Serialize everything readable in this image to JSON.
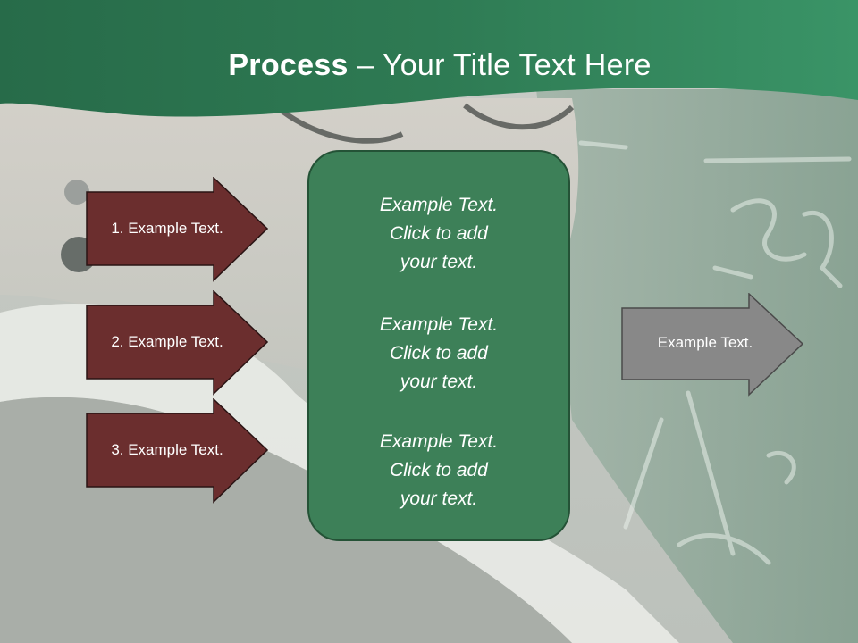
{
  "slide": {
    "title_bold": "Process",
    "title_rest": " – Your Title Text Here",
    "colors": {
      "header_green": "#2f7d55",
      "arrow_fill": "#6b2e2e",
      "box_fill": "#3d8058",
      "grey_arrow": "#888888"
    }
  },
  "left_arrows": [
    {
      "label": "1. Example Text."
    },
    {
      "label": "2. Example Text."
    },
    {
      "label": "3. Example Text."
    }
  ],
  "center_box": {
    "blocks": [
      {
        "lines": [
          "Example Text.",
          "Click  to add",
          "your text."
        ]
      },
      {
        "lines": [
          "Example Text.",
          "Click  to add",
          "your text."
        ]
      },
      {
        "lines": [
          "Example Text.",
          "Click  to add",
          "your text."
        ]
      }
    ]
  },
  "right_arrow": {
    "label": "Example Text."
  }
}
